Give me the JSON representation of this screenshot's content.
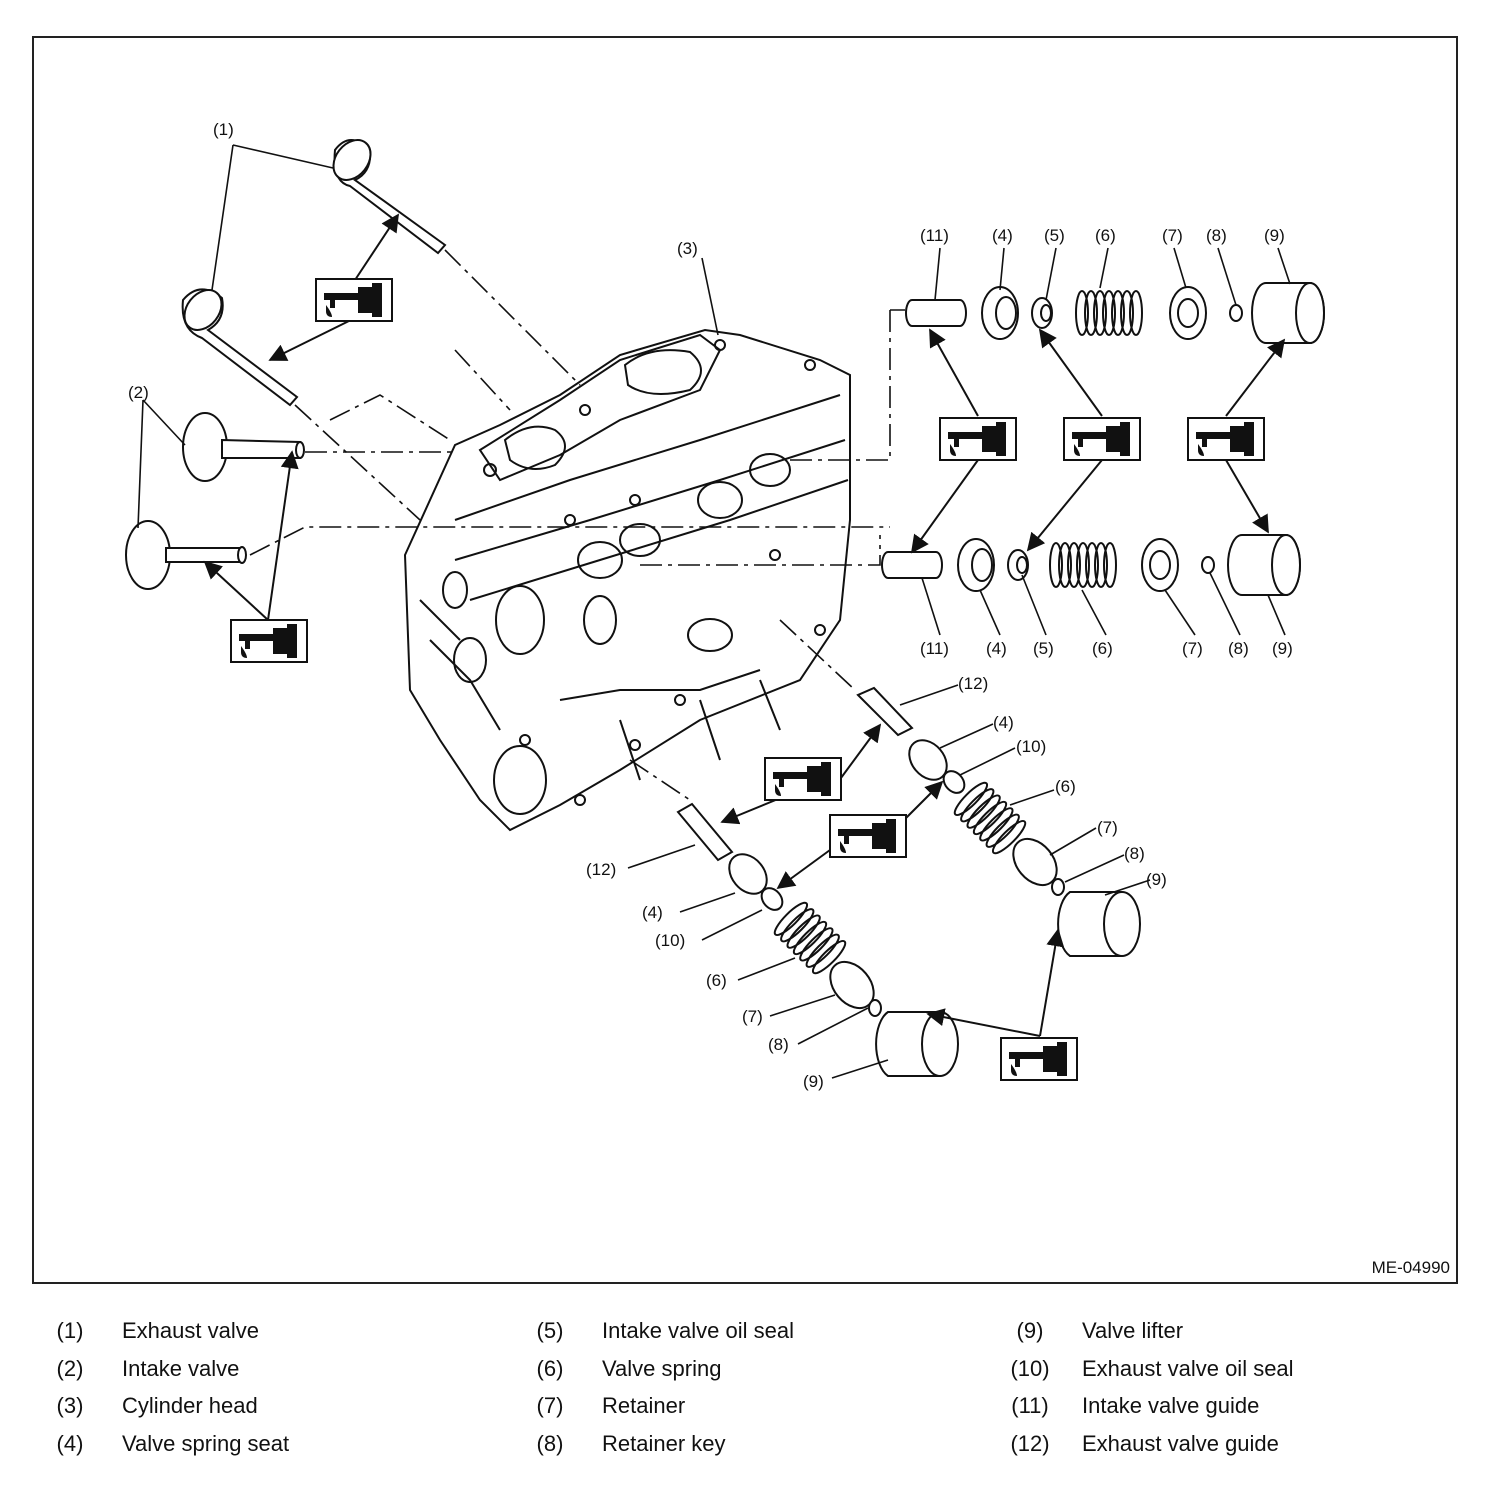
{
  "figure_code": "ME-04990",
  "callout_numbers": [
    "(1)",
    "(2)",
    "(3)",
    "(4)",
    "(5)",
    "(6)",
    "(7)",
    "(8)",
    "(9)",
    "(10)",
    "(11)",
    "(12)"
  ],
  "legend": [
    {
      "num": "(1)",
      "text": "Exhaust valve"
    },
    {
      "num": "(2)",
      "text": "Intake valve"
    },
    {
      "num": "(3)",
      "text": "Cylinder head"
    },
    {
      "num": "(4)",
      "text": "Valve spring seat"
    },
    {
      "num": "(5)",
      "text": "Intake valve oil seal"
    },
    {
      "num": "(6)",
      "text": "Valve spring"
    },
    {
      "num": "(7)",
      "text": "Retainer"
    },
    {
      "num": "(8)",
      "text": "Retainer key"
    },
    {
      "num": "(9)",
      "text": "Valve lifter"
    },
    {
      "num": "(10)",
      "text": "Exhaust valve oil seal"
    },
    {
      "num": "(11)",
      "text": "Intake valve guide"
    },
    {
      "num": "(12)",
      "text": "Exhaust valve guide"
    }
  ],
  "icons": [
    "oil-application-icon"
  ],
  "colors": {
    "line": "#111111",
    "background": "#ffffff"
  }
}
